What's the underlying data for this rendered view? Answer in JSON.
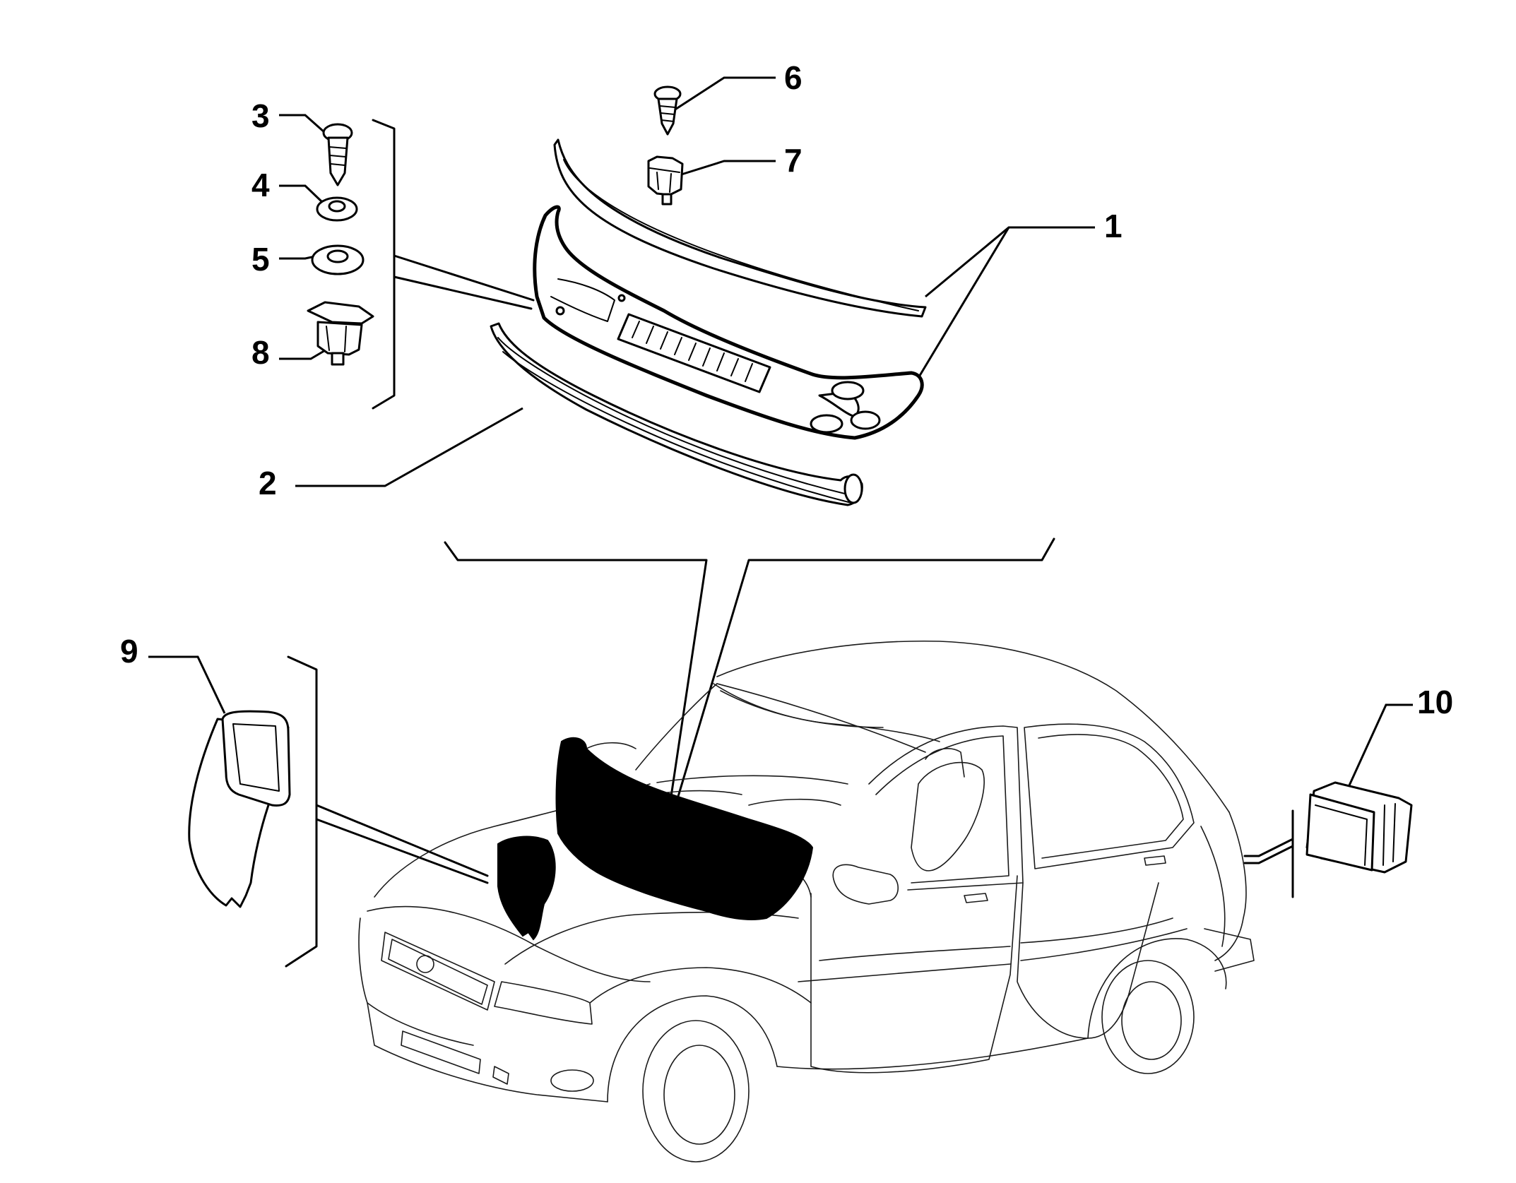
{
  "diagram": {
    "callouts": [
      {
        "id": "c1",
        "label": "1"
      },
      {
        "id": "c2",
        "label": "2"
      },
      {
        "id": "c3",
        "label": "3"
      },
      {
        "id": "c4",
        "label": "4"
      },
      {
        "id": "c5",
        "label": "5"
      },
      {
        "id": "c6",
        "label": "6"
      },
      {
        "id": "c7",
        "label": "7"
      },
      {
        "id": "c8",
        "label": "8"
      },
      {
        "id": "c9",
        "label": "9"
      },
      {
        "id": "c10",
        "label": "10"
      }
    ]
  },
  "colors": {
    "line": "#000000",
    "background": "#ffffff"
  }
}
